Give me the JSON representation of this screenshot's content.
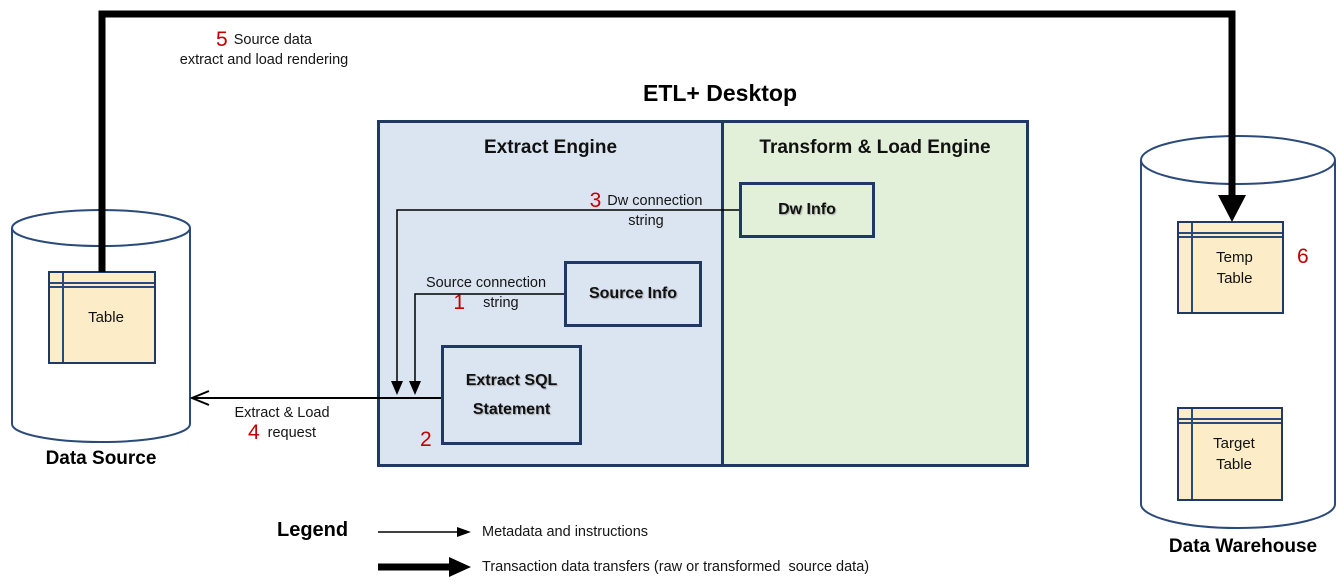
{
  "title": "ETL+ Desktop",
  "engines": {
    "extract_label": "Extract Engine",
    "transform_load_label": "Transform & Load Engine"
  },
  "boxes": {
    "dw_info_label": "Dw Info",
    "source_info_label": "Source Info",
    "extract_sql_label": "Extract SQL Statement"
  },
  "data_source": {
    "caption": "Data Source",
    "table_label": "Table"
  },
  "data_warehouse": {
    "caption": "Data Warehouse",
    "temp_table_label": "Temp Table",
    "target_table_label": "Target Table"
  },
  "annotations": {
    "a1": {
      "num": "1",
      "line1": "Source connection",
      "line2": "string"
    },
    "a2": {
      "num": "2"
    },
    "a3": {
      "num": "3",
      "line1": "Dw connection",
      "line2": "string"
    },
    "a4": {
      "num": "4",
      "line1": "Extract & Load",
      "line2": "request"
    },
    "a5": {
      "num": "5",
      "line1": "Source data",
      "line2": "extract and load rendering"
    },
    "a6": {
      "num": "6"
    }
  },
  "legend": {
    "title": "Legend",
    "thin_arrow_label": "Metadata and instructions",
    "thick_arrow_label": "Transaction data transfers (raw or transformed  source data)"
  },
  "colors": {
    "panel_border": "#1f3864",
    "extract_fill": "#dbe5f1",
    "transform_fill": "#e2efd9",
    "table_fill": "#fcecc8",
    "annotation_red": "#c00000",
    "cylinder_stroke": "#2a4a7b",
    "line_black": "#000000"
  }
}
